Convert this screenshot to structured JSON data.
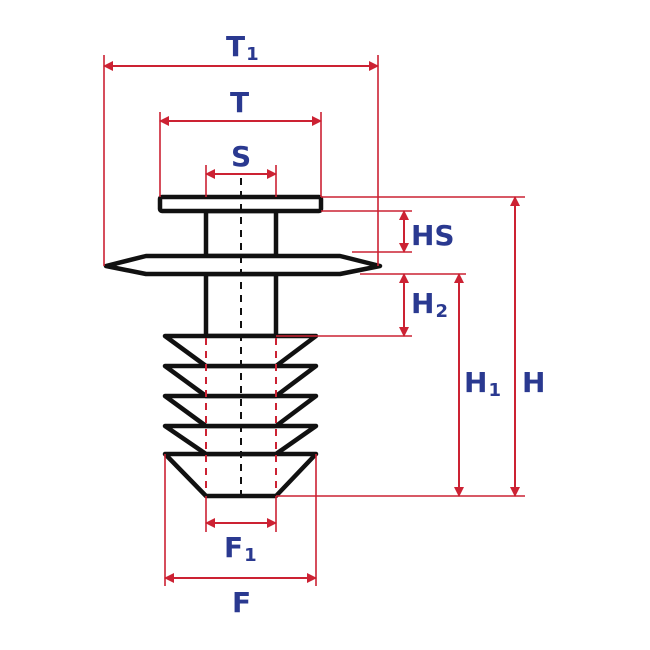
{
  "labels": {
    "T1_main": "T",
    "T1_sub": "1",
    "T": "T",
    "S": "S",
    "HS": "HS",
    "H2_main": "H",
    "H2_sub": "2",
    "H1_main": "H",
    "H1_sub": "1",
    "H": "H",
    "F1_main": "F",
    "F1_sub": "1",
    "F": "F"
  },
  "colors": {
    "dimension": "#cc2233",
    "label": "#2a3990",
    "outline": "#111111"
  }
}
